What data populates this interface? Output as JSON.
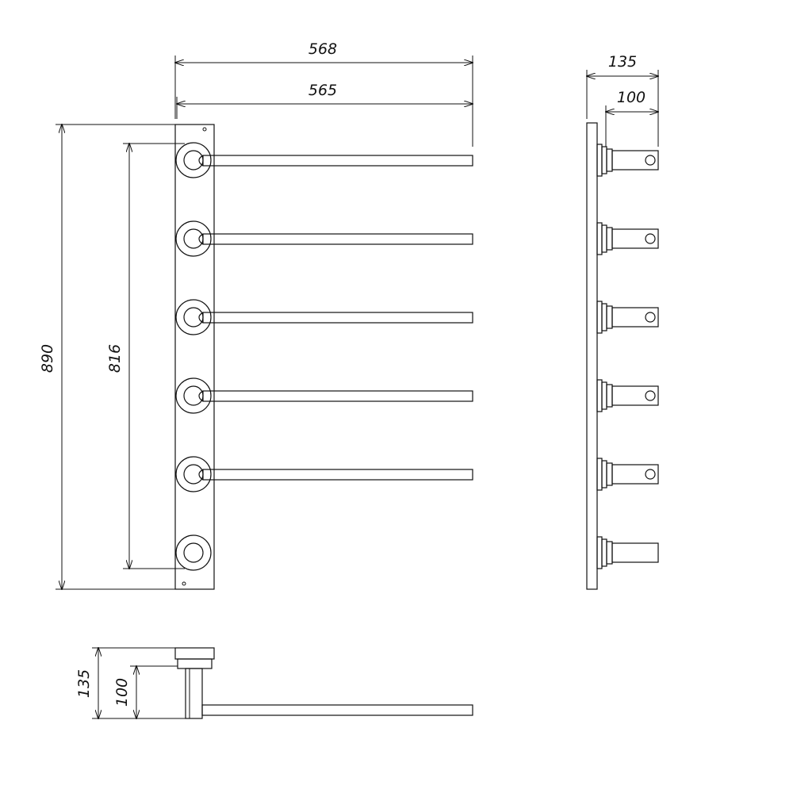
{
  "front_view": {
    "dim_total_width": "568",
    "dim_bar_width": "565",
    "dim_total_height": "890",
    "dim_axis_height": "816"
  },
  "side_view": {
    "dim_depth_total": "135",
    "dim_depth_bar": "100"
  },
  "top_view": {
    "dim_depth_total": "135",
    "dim_depth_bar": "100"
  },
  "colors": {
    "line": "#111111",
    "background": "#ffffff"
  }
}
